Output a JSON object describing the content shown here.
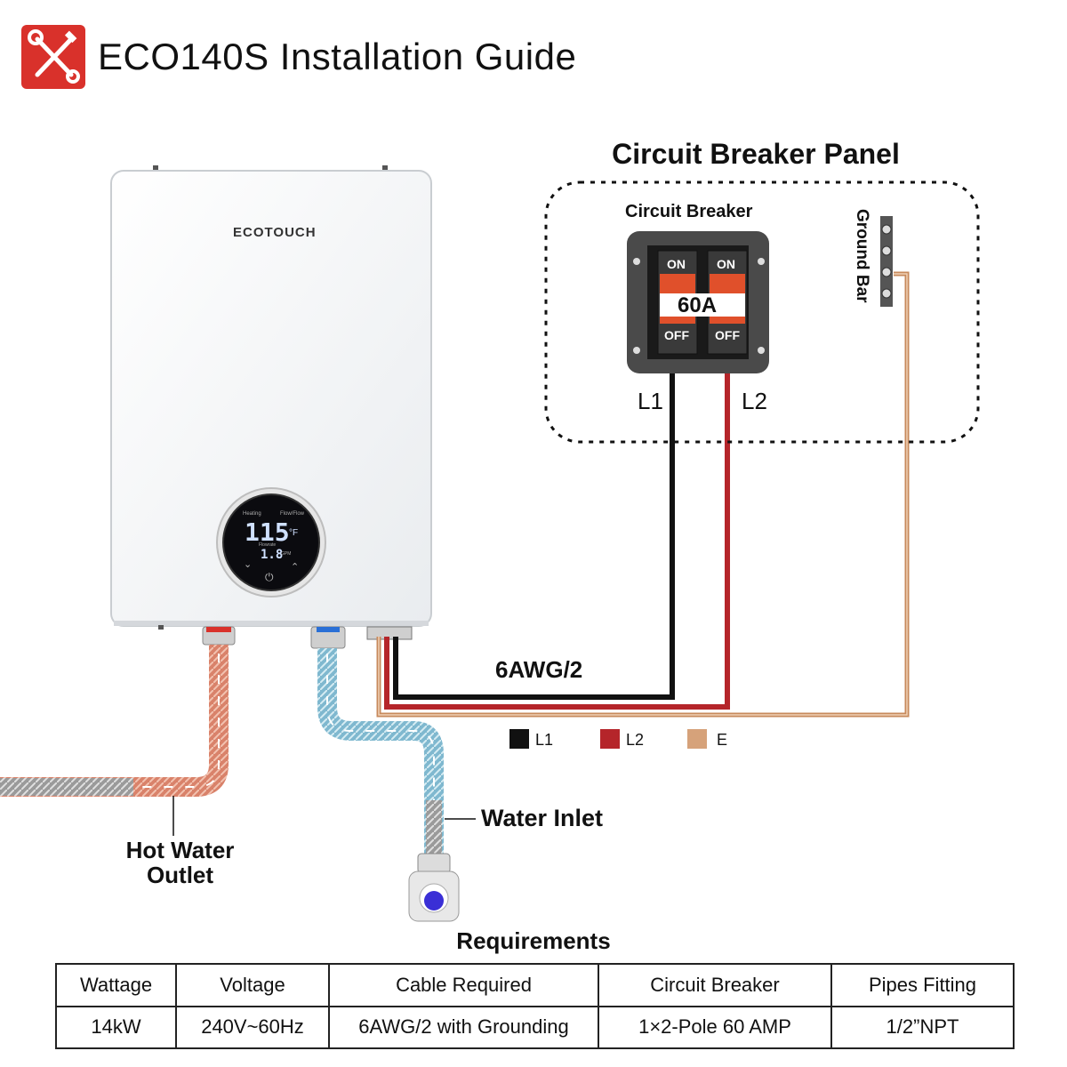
{
  "header": {
    "title": "ECO140S Installation Guide",
    "icon": "tools-icon"
  },
  "heater": {
    "brand": "ECOTOUCH",
    "display_temp": "115",
    "temp_unit": "°F",
    "display_flow": "1.8",
    "label_heating": "Heating",
    "label_flow": "Flow/Flow",
    "label_flowrate": "Flowrate",
    "flow_unit": "GPM"
  },
  "panel": {
    "title": "Circuit Breaker Panel",
    "breaker_label": "Circuit Breaker",
    "switch_on": "ON",
    "switch_off": "OFF",
    "rating": "60A",
    "ground_bar": "Ground Bar",
    "line1": "L1",
    "line2": "L2"
  },
  "wiring": {
    "cable_label": "6AWG/2",
    "legend": [
      {
        "label": "L1",
        "color": "#111111"
      },
      {
        "label": "L2",
        "color": "#b5252a"
      },
      {
        "label": "E",
        "color": "#d6a27a"
      }
    ]
  },
  "pipes": {
    "hot_outlet": "Hot Water\nOutlet",
    "water_inlet": "Water Inlet"
  },
  "requirements": {
    "title": "Requirements",
    "headers": [
      "Wattage",
      "Voltage",
      "Cable Required",
      "Circuit Breaker",
      "Pipes Fitting"
    ],
    "values": [
      "14kW",
      "240V~60Hz",
      "6AWG/2 with Grounding",
      "1×2-Pole 60 AMP",
      "1/2”NPT"
    ]
  },
  "colors": {
    "accent": "#d9312b",
    "hot_pipe": "#d9826a",
    "cold_pipe": "#7fb8cf",
    "breaker_body": "#4a4a4a"
  }
}
